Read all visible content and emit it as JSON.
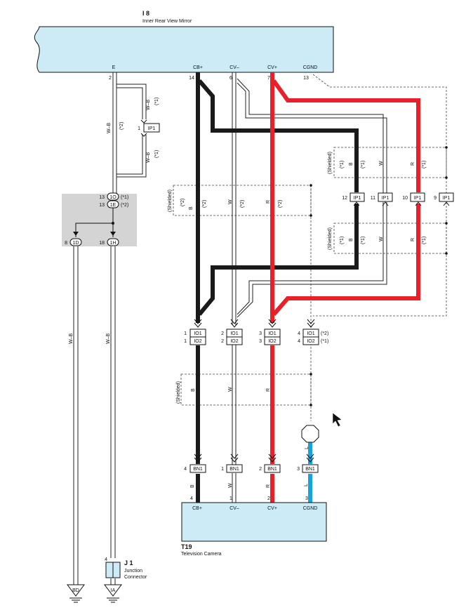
{
  "components": {
    "mirror": {
      "code": "I 8",
      "name": "Inner Rear View Mirror",
      "pins": [
        "E",
        "CB+",
        "CV–",
        "CV+",
        "CGND"
      ],
      "pin_numbers": [
        "2",
        "14",
        "6",
        "7",
        "13"
      ]
    },
    "camera": {
      "code": "T19",
      "name": "Television Camera",
      "pins": [
        "CB+",
        "CV–",
        "CV+",
        "CGND"
      ],
      "pin_numbers": [
        "4",
        "1",
        "2",
        "3"
      ]
    },
    "junction": {
      "code": "J 1",
      "name_line1": "Junction",
      "name_line2": "Connector",
      "pin": "4"
    }
  },
  "connectors": {
    "ip1_left": {
      "label": "IP1",
      "pin": "1"
    },
    "ip1_right": [
      {
        "label": "IP1",
        "pin": "12"
      },
      {
        "label": "IP1",
        "pin": "11"
      },
      {
        "label": "IP1",
        "pin": "10"
      },
      {
        "label": "IP1",
        "pin": "9"
      }
    ],
    "io1": {
      "label": "IO1",
      "pins": [
        "1",
        "2",
        "3",
        "4"
      ],
      "note": "(*2)"
    },
    "io2": {
      "label": "IO2",
      "pins": [
        "1",
        "2",
        "3",
        "4"
      ],
      "note": "(*1)"
    },
    "bn1": {
      "label": "BN1",
      "pins": [
        "4",
        "1",
        "2",
        "3"
      ]
    },
    "jc_1o": {
      "label": "1O",
      "pin": "13",
      "note": "(*1)"
    },
    "jc_1e": {
      "label": "1E",
      "pin": "13",
      "note": "(*2)"
    },
    "jc_1d": {
      "label": "1D",
      "pin": "8"
    },
    "jc_1h": {
      "label": "1H",
      "pin": "18"
    }
  },
  "wire_labels": {
    "wb": "W–B",
    "b": "B",
    "w": "W",
    "r": "R",
    "l": "L",
    "n1": "(*1)",
    "n2": "(*2)",
    "shielded": "(Shielded)"
  },
  "grounds": {
    "bd": "BD",
    "ia": "IA"
  },
  "colors": {
    "black_wire": "#1a1a1a",
    "red_wire": "#e8202a",
    "blue_wire": "#1aa3d9",
    "component_fill": "#cdeaf7",
    "junction_block": "#d4d4d4"
  }
}
